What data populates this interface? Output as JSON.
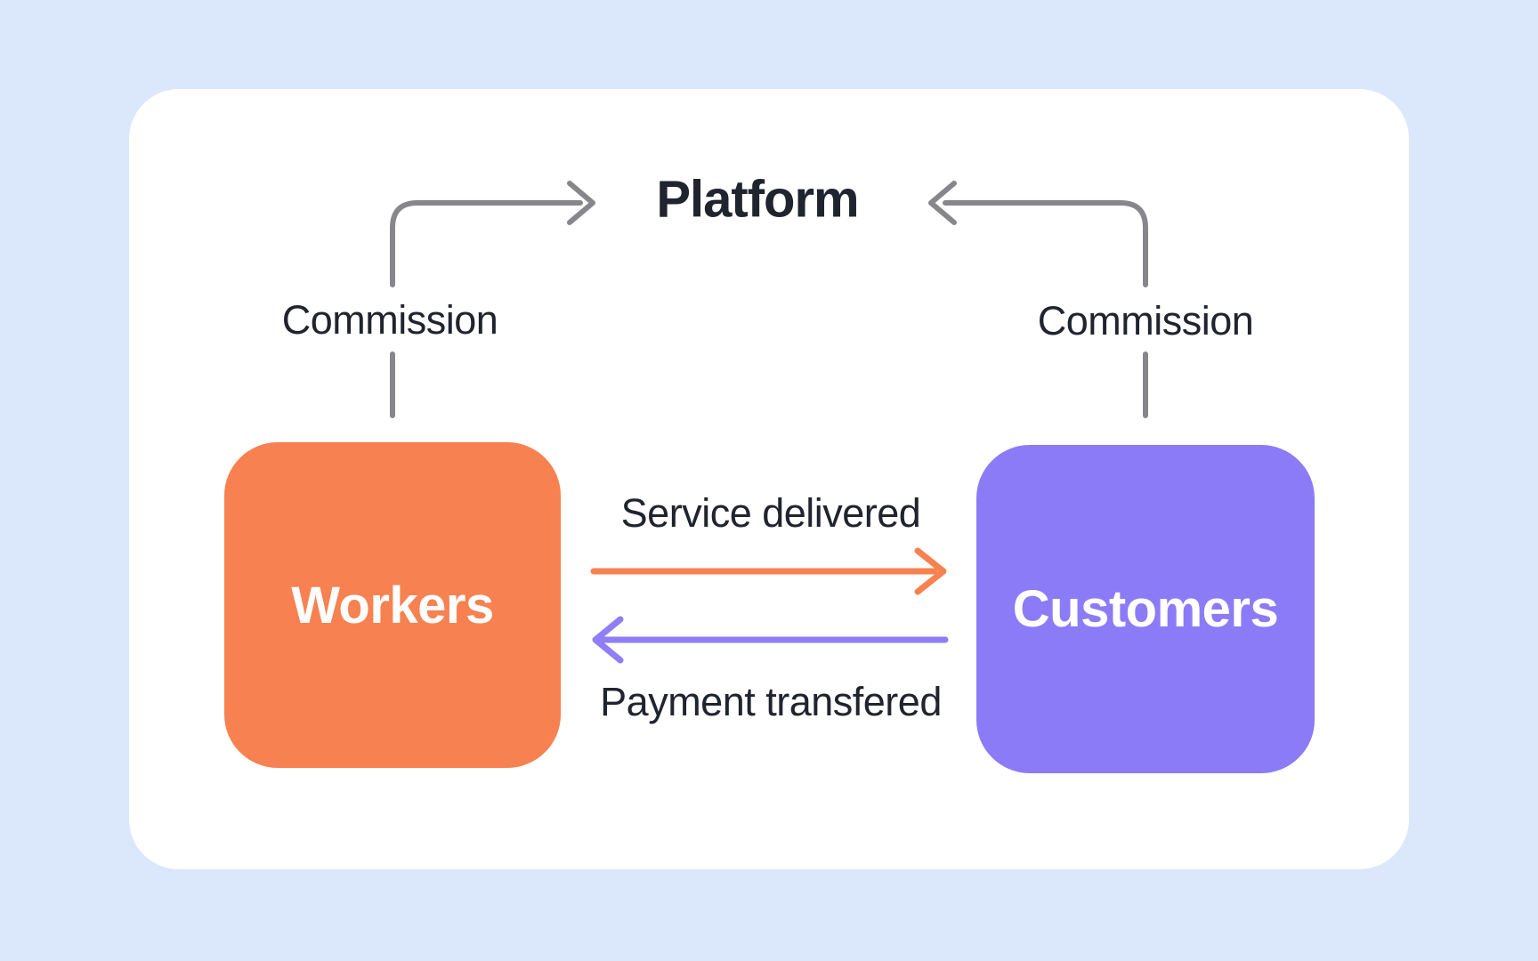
{
  "diagram": {
    "platform": {
      "label": "Platform"
    },
    "workers": {
      "label": "Workers",
      "color": "#F78151"
    },
    "customers": {
      "label": "Customers",
      "color": "#8C7BF6"
    },
    "edges": {
      "workers_commission": {
        "label": "Commission"
      },
      "customers_commission": {
        "label": "Commission"
      },
      "service": {
        "label": "Service delivered",
        "color": "#F78151"
      },
      "payment": {
        "label": "Payment transfered",
        "color": "#8F7EF7"
      }
    },
    "colors": {
      "background": "#DBE7FB",
      "card": "#FFFFFF",
      "connector_gray": "#87878B",
      "text_dark": "#20242E",
      "node_text": "#FFFFFF"
    }
  }
}
